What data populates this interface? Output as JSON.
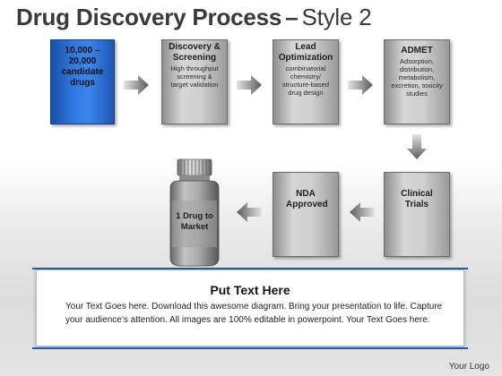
{
  "title": {
    "main": "Drug Discovery Process",
    "dash": "–",
    "style": "Style 2"
  },
  "steps": {
    "candidates": {
      "head": "10,000 – 20,000 candidate drugs"
    },
    "discovery": {
      "head": "Discovery & Screening",
      "sub": "High throughput screening & target validation"
    },
    "lead": {
      "head": "Lead Optimization",
      "sub": "combinatorial chemistry/ structure-based drug design"
    },
    "admet": {
      "head": "ADMET",
      "sub": "Adsorption, distribution, metabolism, excretion, toxicity studies"
    },
    "clinical": {
      "head": "Clinical Trials"
    },
    "nda": {
      "head": "NDA Approved"
    },
    "market": {
      "head": "1 Drug to Market"
    }
  },
  "panel": {
    "title": "Put Text Here",
    "body": "Your Text Goes here. Download this awesome diagram. Bring your presentation to life. Capture your audience’s attention. All images are 100% editable in powerpoint. Your Text Goes here."
  },
  "logo": "Your Logo",
  "colors": {
    "accent_blue": "#2f78e0",
    "box_gray": "#cfcfcf",
    "rule_blue": "#1f5bb5"
  },
  "icons": {
    "arrow": "right-arrow-icon",
    "bottle": "pill-bottle-icon"
  }
}
